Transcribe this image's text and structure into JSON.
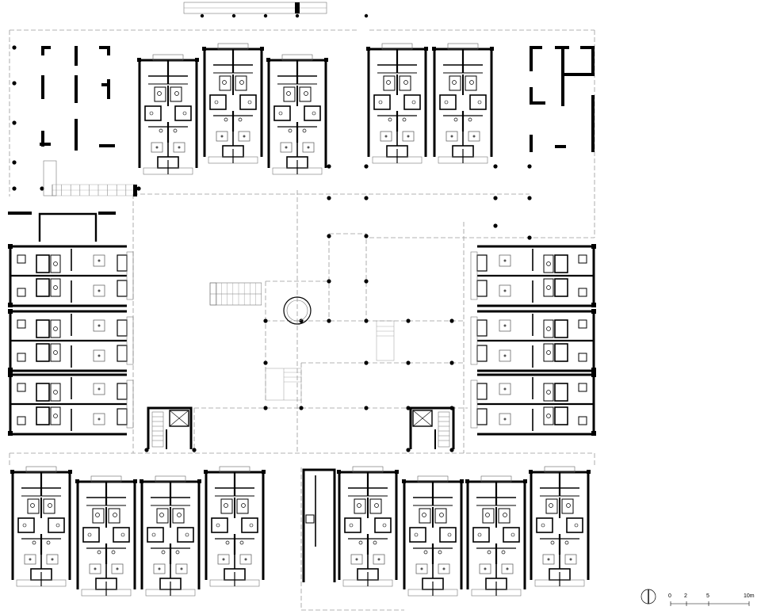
{
  "scale_bar": {
    "ticks": [
      "0",
      "2",
      "5",
      "10m"
    ]
  },
  "north_arrow": {
    "icon": "north-arrow-icon"
  },
  "colors": {
    "ink": "#000000",
    "paper": "#ffffff",
    "grid": "#9a9a9a"
  }
}
